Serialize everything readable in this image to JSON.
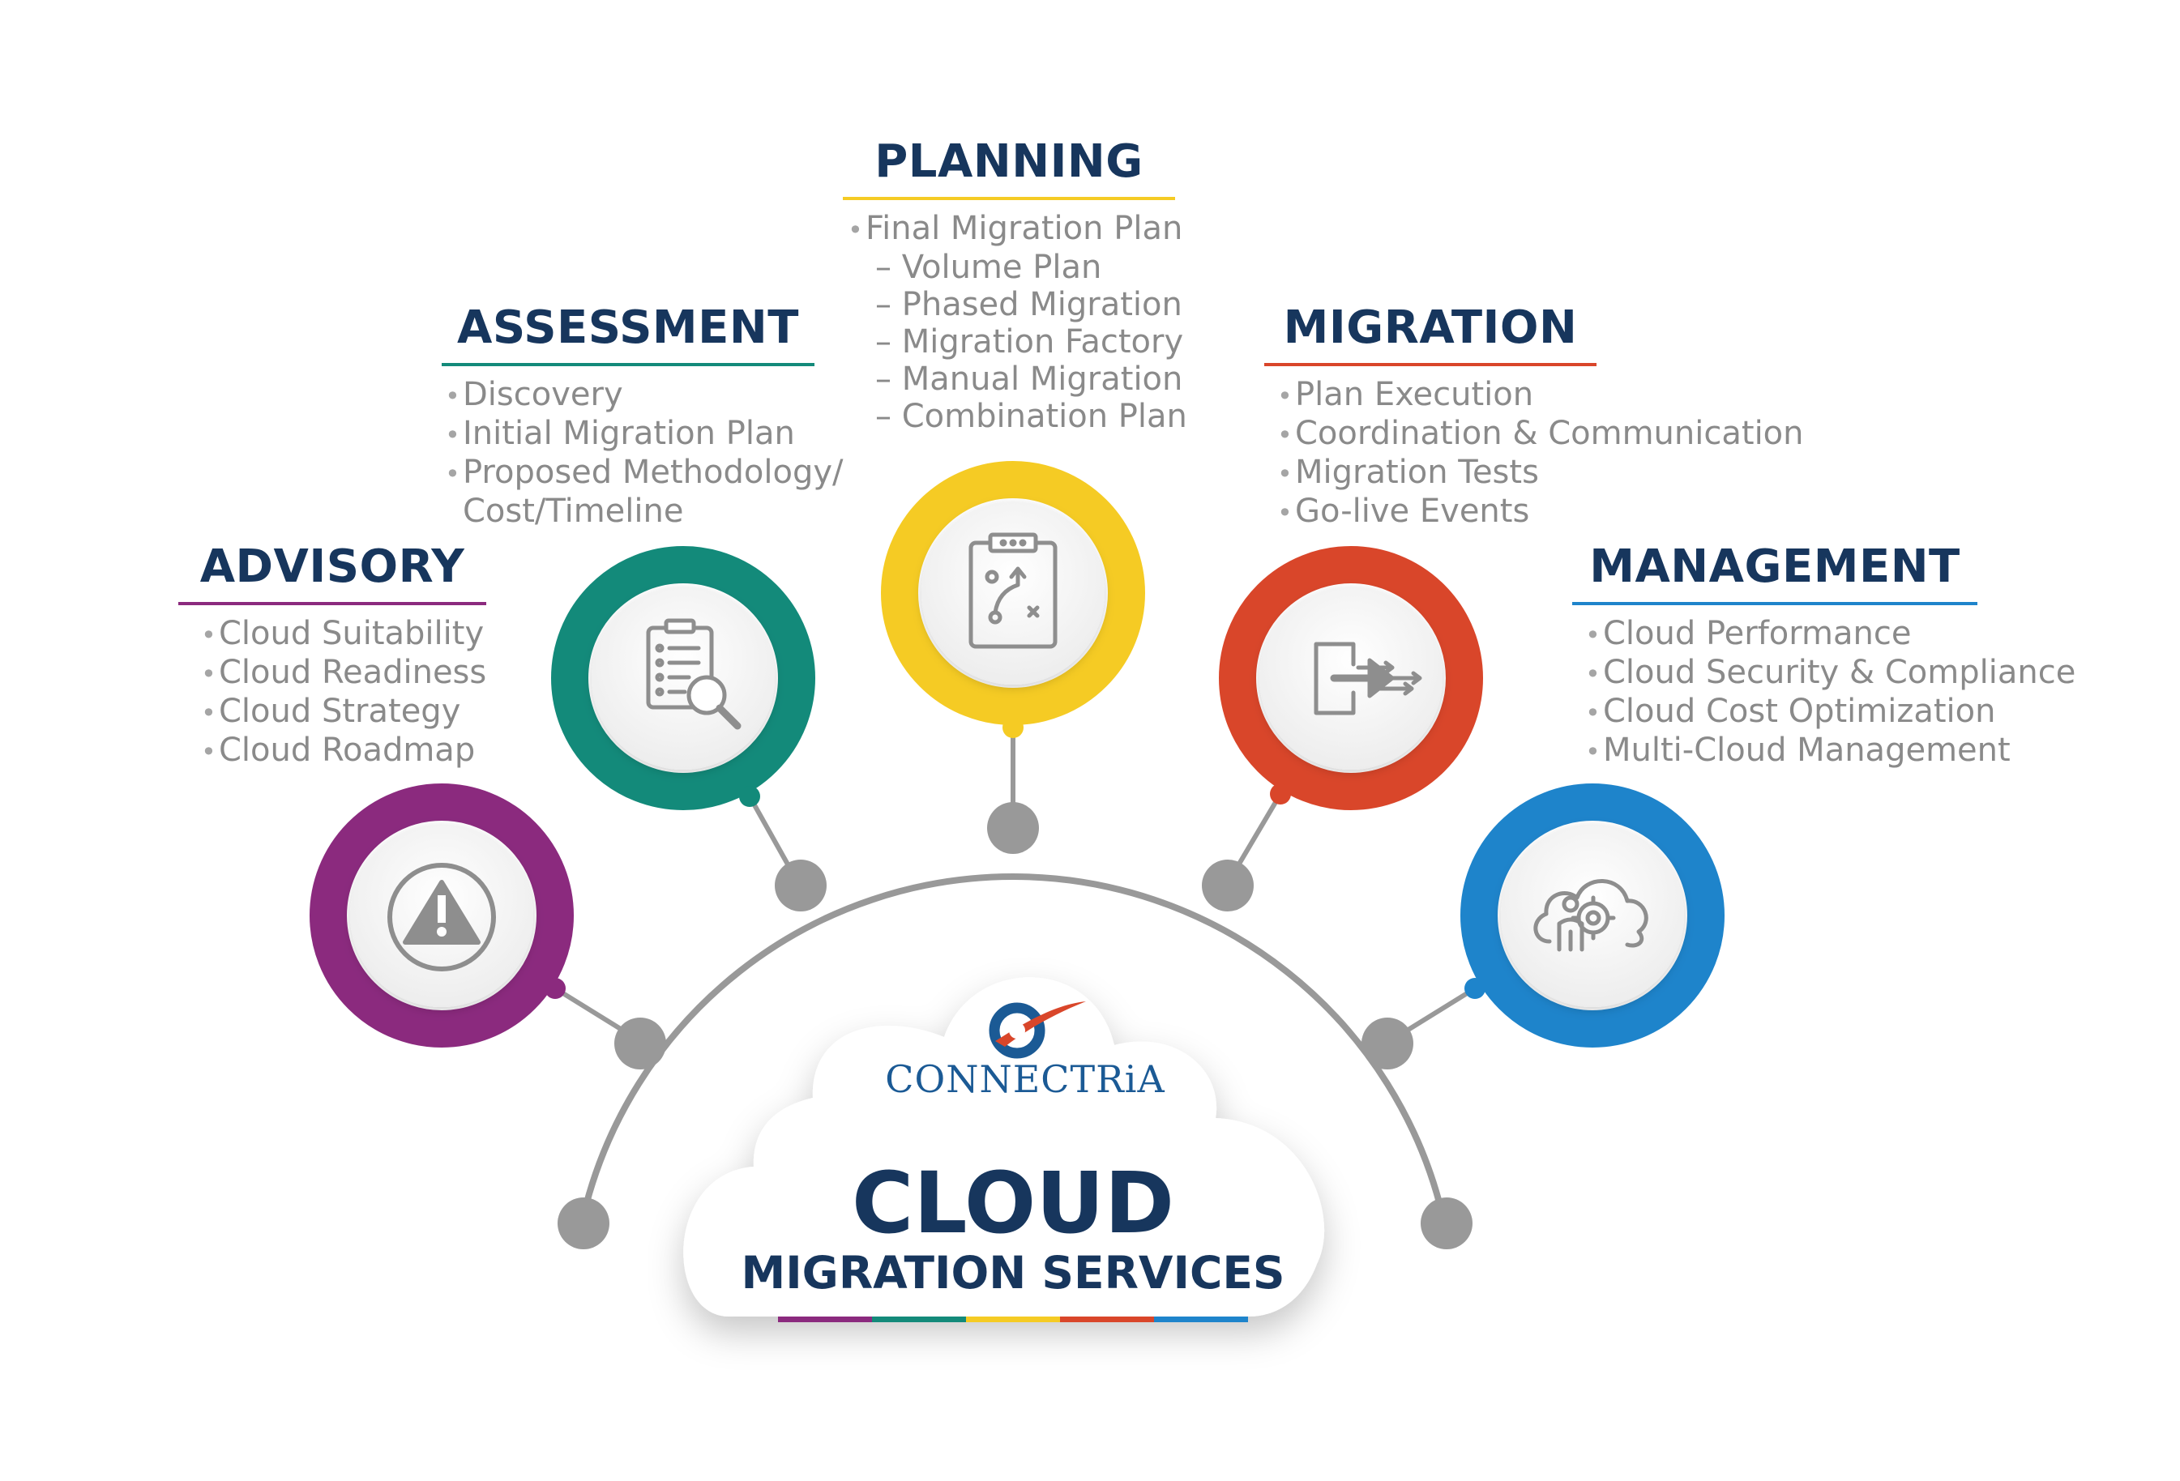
{
  "colors": {
    "advisory": "#8b2a7e",
    "assessment": "#138a7a",
    "planning": "#f5cb24",
    "migration": "#d9462a",
    "management": "#1e84cb",
    "connector": "#999999",
    "heading": "#17365d",
    "text": "#8a8a8a"
  },
  "sections": {
    "advisory": {
      "title": "ADVISORY",
      "icon": "warning-icon",
      "items": [
        "Cloud Suitability",
        "Cloud Readiness",
        "Cloud Strategy",
        "Cloud Roadmap"
      ]
    },
    "assessment": {
      "title": "ASSESSMENT",
      "icon": "checklist-magnifier-icon",
      "items": [
        "Discovery",
        "Initial Migration Plan",
        "Proposed Methodology/"
      ],
      "continuation": "Cost/Timeline"
    },
    "planning": {
      "title": "PLANNING",
      "icon": "strategy-clipboard-icon",
      "items": [
        "Final Migration Plan"
      ],
      "subitems": [
        "Volume Plan",
        "Phased Migration",
        "Migration Factory",
        "Manual Migration",
        "Combination Plan"
      ]
    },
    "migration": {
      "title": "MIGRATION",
      "icon": "exit-arrows-icon",
      "items": [
        "Plan Execution",
        "Coordination & Communication",
        "Migration Tests",
        "Go-live Events"
      ]
    },
    "management": {
      "title": "MANAGEMENT",
      "icon": "cloud-gear-person-icon",
      "items": [
        "Cloud Performance",
        "Cloud Security & Compliance",
        "Cloud Cost Optimization",
        "Multi-Cloud Management"
      ]
    }
  },
  "center": {
    "brand": "CONNECTRiA",
    "title": "CLOUD",
    "subtitle": "MIGRATION SERVICES"
  }
}
